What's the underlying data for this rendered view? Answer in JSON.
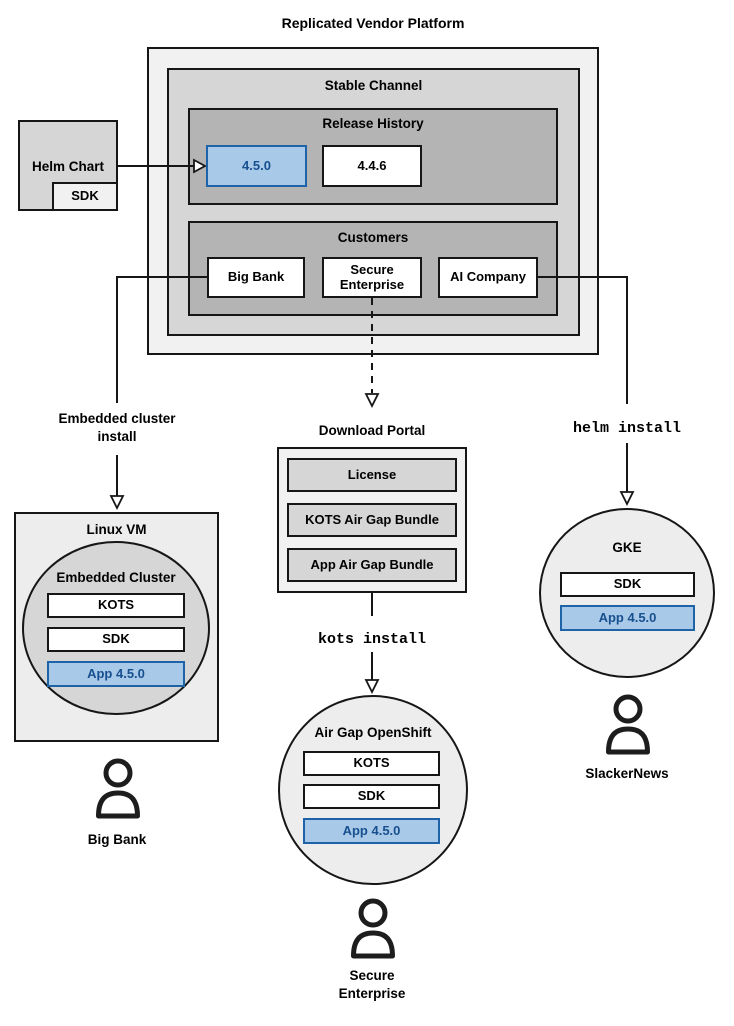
{
  "colors": {
    "highlight_fill": "#a9c9e9",
    "highlight_stroke": "#1e62a8",
    "highlight_text": "#17508f"
  },
  "title": "Replicated Vendor Platform",
  "platform": {
    "stable_channel": "Stable Channel",
    "release_history": "Release History",
    "release_current": "4.5.0",
    "release_previous": "4.4.6",
    "customers": "Customers",
    "customer_big_bank": "Big Bank",
    "customer_secure_enterprise": "Secure Enterprise",
    "customer_ai_company": "AI Company"
  },
  "helm_chart": {
    "label": "Helm Chart",
    "sdk": "SDK"
  },
  "edges": {
    "embedded_cluster_install": "Embedded cluster\ninstall",
    "helm_install": "helm install",
    "kots_install": "kots install"
  },
  "download_portal": {
    "label": "Download Portal",
    "items": [
      "License",
      "KOTS Air Gap Bundle",
      "App Air Gap Bundle"
    ]
  },
  "linux_vm": {
    "label": "Linux VM",
    "cluster_label": "Embedded Cluster",
    "stack": [
      "KOTS",
      "SDK",
      "App 4.5.0"
    ],
    "user": "Big Bank"
  },
  "openshift": {
    "label": "Air Gap OpenShift",
    "stack": [
      "KOTS",
      "SDK",
      "App 4.5.0"
    ],
    "user": "Secure Enterprise"
  },
  "gke": {
    "label": "GKE",
    "stack": [
      "SDK",
      "App 4.5.0"
    ],
    "user": "SlackerNews"
  }
}
